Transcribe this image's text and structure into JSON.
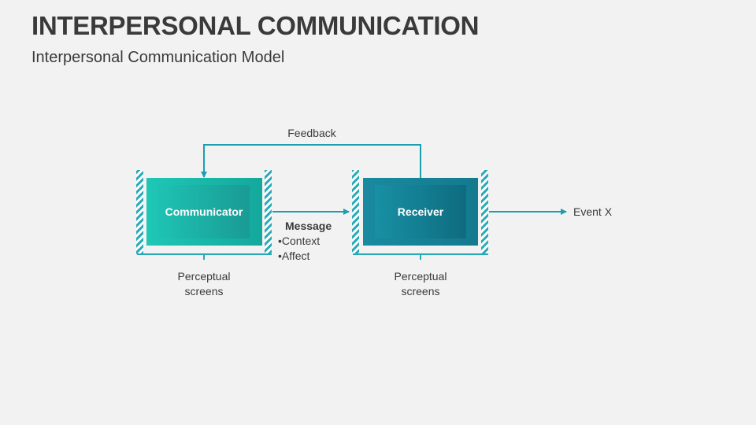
{
  "header": {
    "title": "INTERPERSONAL COMMUNICATION",
    "subtitle": "Interpersonal Communication Model"
  },
  "diagram": {
    "feedback_label": "Feedback",
    "communicator_label": "Communicator",
    "receiver_label": "Receiver",
    "message": {
      "title": "Message",
      "items": [
        "Context",
        "Affect"
      ]
    },
    "event_label": "Event X",
    "screens_left": [
      "Perceptual",
      "screens"
    ],
    "screens_right": [
      "Perceptual",
      "screens"
    ]
  },
  "colors": {
    "accent": "#1a9fb0",
    "communicator_fill": "#1cc0b0",
    "receiver_fill": "#157f94",
    "text": "#3a3a3a"
  }
}
